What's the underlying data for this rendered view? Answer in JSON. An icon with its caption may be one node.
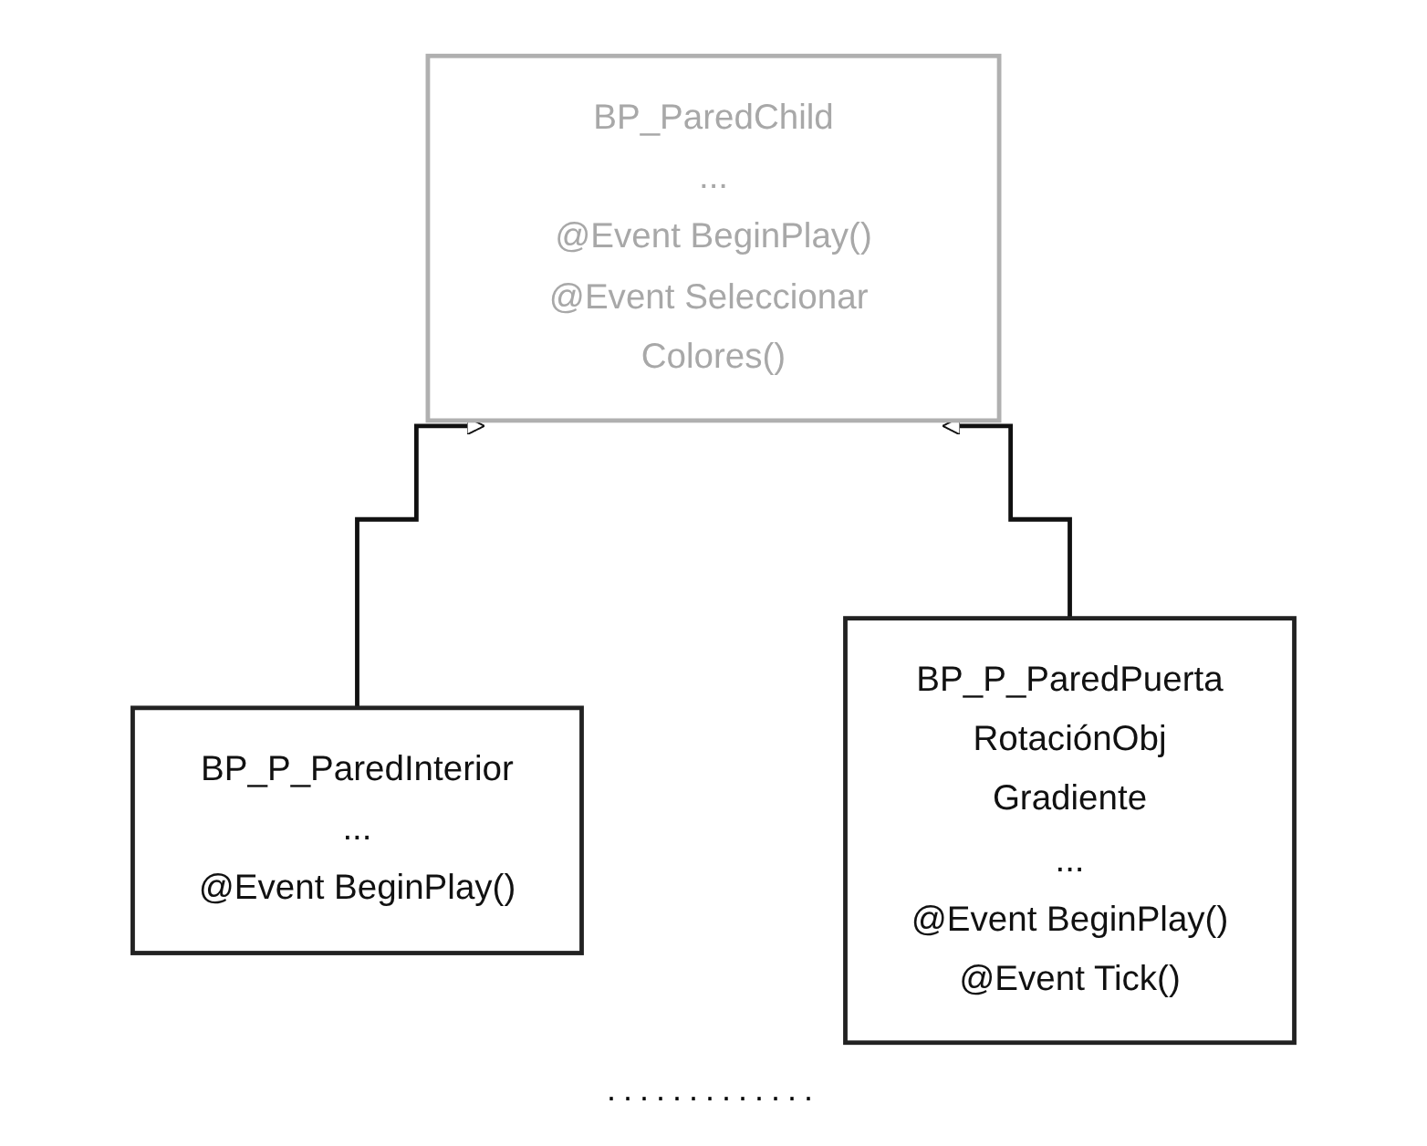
{
  "diagram": {
    "nodes": [
      {
        "text": [
          "BP_ParedChild",
          "...",
          "@Event BeginPlay()",
          "@Event Seleccionar Colores()"
        ]
      },
      {
        "text": [
          "BP_P_ParedInterior",
          "...",
          "@Event BeginPlay()"
        ]
      },
      {
        "text": [
          "BP_P_ParedPuerta",
          "RotaciónObj",
          "Gradiente",
          "...",
          "@Event BeginPlay()",
          "@Event Tick()"
        ]
      }
    ],
    "edges": [
      {
        "from": 1,
        "to": 0,
        "arrow": "to"
      },
      {
        "from": 2,
        "to": 0,
        "arrow": "to"
      }
    ],
    "labels": [
      "............."
    ]
  }
}
